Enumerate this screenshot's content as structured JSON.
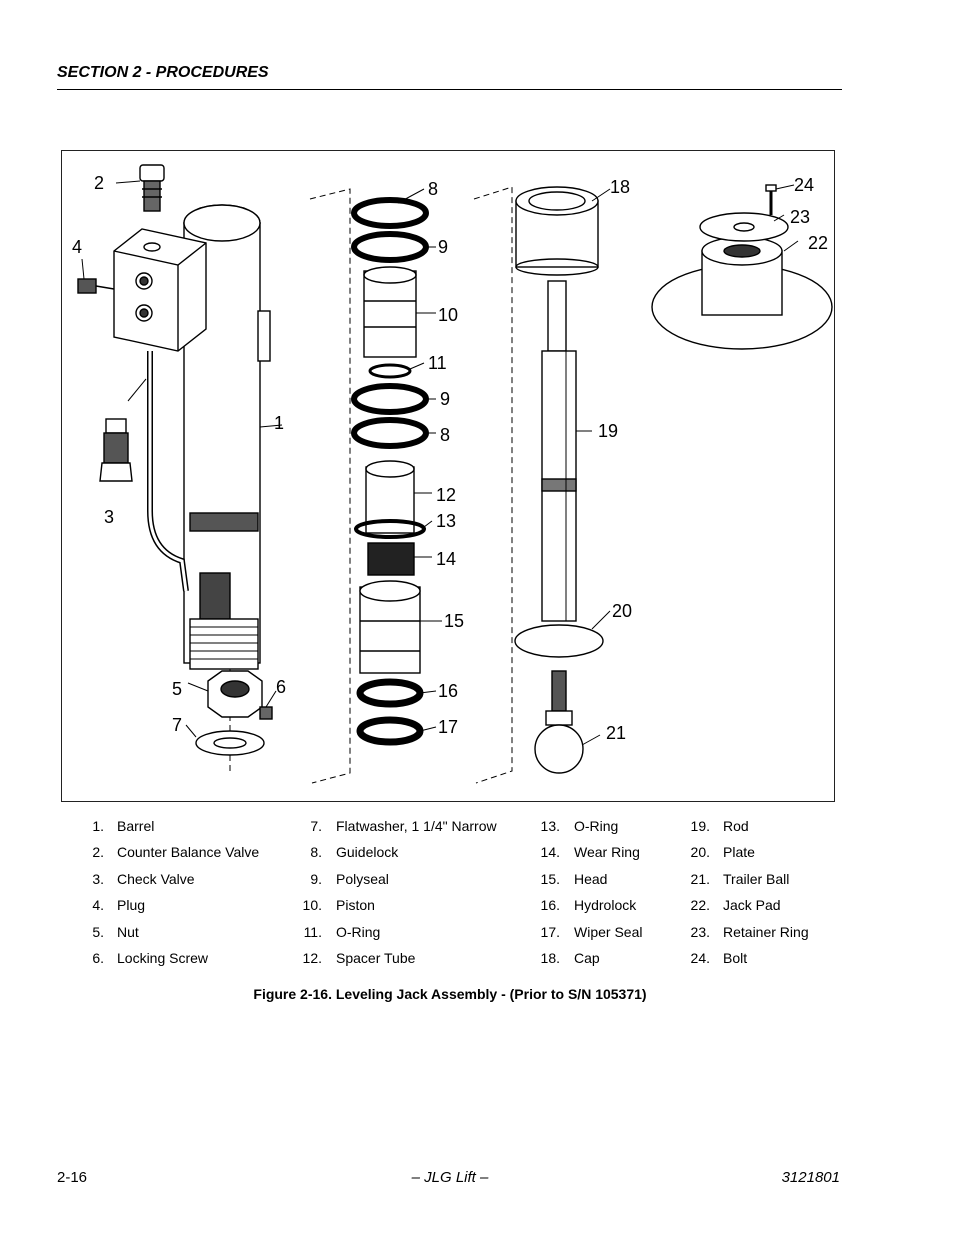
{
  "header": {
    "section": "SECTION 2 - PROCEDURES"
  },
  "figure": {
    "callouts": [
      "1",
      "2",
      "3",
      "4",
      "5",
      "6",
      "7",
      "8",
      "9",
      "10",
      "11",
      "9",
      "8",
      "12",
      "13",
      "14",
      "15",
      "16",
      "17",
      "18",
      "19",
      "20",
      "21",
      "22",
      "23",
      "24"
    ]
  },
  "legend": {
    "col1": [
      {
        "num": "1.",
        "label": "Barrel"
      },
      {
        "num": "2.",
        "label": "Counter Balance Valve"
      },
      {
        "num": "3.",
        "label": "Check Valve"
      },
      {
        "num": "4.",
        "label": "Plug"
      },
      {
        "num": "5.",
        "label": "Nut"
      },
      {
        "num": "6.",
        "label": "Locking Screw"
      }
    ],
    "col2": [
      {
        "num": "7.",
        "label": "Flatwasher, 1 1/4\" Narrow"
      },
      {
        "num": "8.",
        "label": "Guidelock"
      },
      {
        "num": "9.",
        "label": "Polyseal"
      },
      {
        "num": "10.",
        "label": "Piston"
      },
      {
        "num": "11.",
        "label": "O-Ring"
      },
      {
        "num": "12.",
        "label": "Spacer Tube"
      }
    ],
    "col3": [
      {
        "num": "13.",
        "label": "O-Ring"
      },
      {
        "num": "14.",
        "label": "Wear Ring"
      },
      {
        "num": "15.",
        "label": "Head"
      },
      {
        "num": "16.",
        "label": "Hydrolock"
      },
      {
        "num": "17.",
        "label": "Wiper Seal"
      },
      {
        "num": "18.",
        "label": "Cap"
      }
    ],
    "col4": [
      {
        "num": "19.",
        "label": "Rod"
      },
      {
        "num": "20.",
        "label": "Plate"
      },
      {
        "num": "21.",
        "label": "Trailer Ball"
      },
      {
        "num": "22.",
        "label": "Jack Pad"
      },
      {
        "num": "23.",
        "label": "Retainer Ring"
      },
      {
        "num": "24.",
        "label": "Bolt"
      }
    ]
  },
  "caption": "Figure 2-16.  Leveling Jack Assembly - (Prior to S/N 105371)",
  "footer": {
    "page": "2-16",
    "center": "– JLG Lift –",
    "doc": "3121801"
  }
}
